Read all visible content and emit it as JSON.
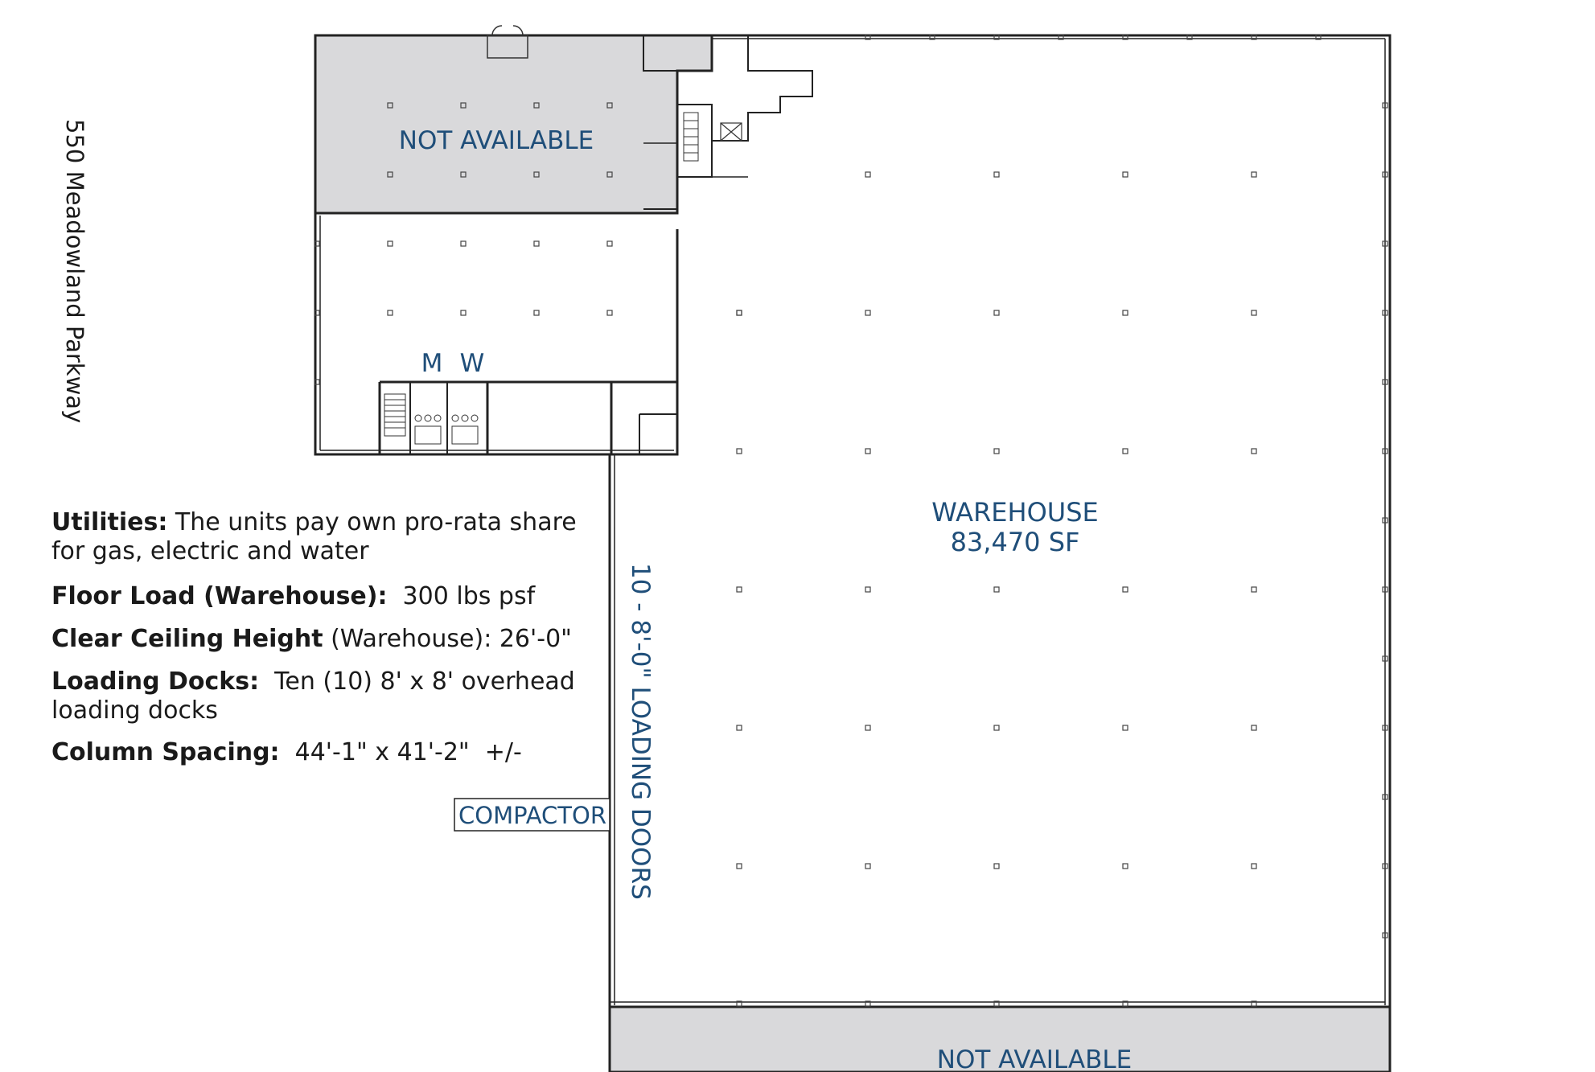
{
  "street_label": "550 Meadowland Parkway",
  "labels": {
    "not_available_top": "NOT AVAILABLE",
    "not_available_bottom": "NOT AVAILABLE",
    "restroom_m": "M",
    "restroom_w": "W",
    "warehouse_name": "WAREHOUSE",
    "warehouse_area": "83,470 SF",
    "loading_doors": "10 - 8'-0\"  LOADING DOORS",
    "compactor": "COMPACTOR"
  },
  "specs": {
    "utilities": {
      "term": "Utilities:",
      "value_line1": " The units pay own pro-rata share",
      "value_line2": "for gas, electric and water"
    },
    "floor_load": {
      "term": "Floor Load (Warehouse):",
      "value": "  300 lbs psf"
    },
    "clear_ceiling": {
      "term": "Clear Ceiling Height",
      "value": " (Warehouse): 26'-0\""
    },
    "loading_docks": {
      "term": "Loading Docks:",
      "value_line1": "  Ten (10) 8' x 8' overhead",
      "value_line2": "loading docks"
    },
    "column_spacing": {
      "term": "Column Spacing:",
      "value": "  44'-1\" x 41'-2\"  +/-"
    }
  },
  "colors": {
    "label_blue": "#1f4e79",
    "not_available_fill": "#d9d9db",
    "wall": "#222222"
  }
}
